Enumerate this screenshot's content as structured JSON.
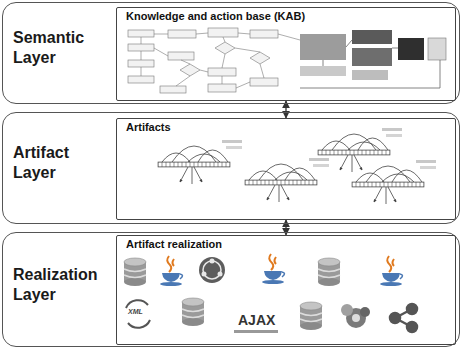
{
  "diagram": {
    "nodes": [
      {
        "text": [
          "Semantic Layer"
        ]
      },
      {
        "text": [
          "Knowledge and action base (KAB)"
        ],
        "in": 0
      },
      {
        "text": [
          "Artifact Layer"
        ]
      },
      {
        "text": [
          "Artifacts"
        ],
        "in": 2
      },
      {
        "text": [
          "Realization Layer"
        ]
      },
      {
        "text": [
          "Artifact realization"
        ],
        "in": 4
      }
    ],
    "edges": [
      {
        "from": 1,
        "to": 3,
        "arrow": "both"
      },
      {
        "from": 3,
        "to": 5,
        "arrow": "both"
      }
    ],
    "labels": [
      "XML",
      "AJAX"
    ]
  }
}
